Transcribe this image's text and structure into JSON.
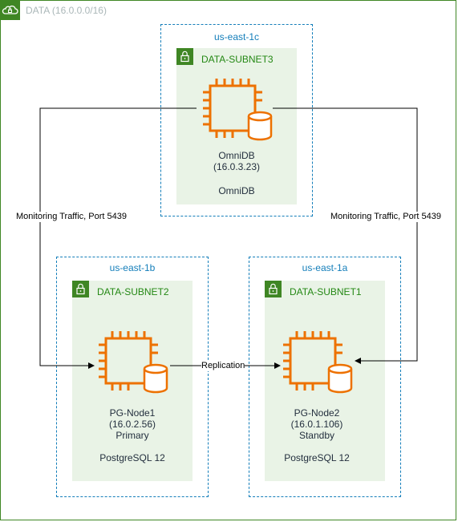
{
  "vpc": {
    "title": "DATA (16.0.0.0/16)"
  },
  "zones": [
    {
      "label": "us-east-1c"
    },
    {
      "label": "us-east-1b"
    },
    {
      "label": "us-east-1a"
    }
  ],
  "subnets": [
    {
      "label": "DATA-SUBNET3"
    },
    {
      "label": "DATA-SUBNET2"
    },
    {
      "label": "DATA-SUBNET1"
    }
  ],
  "nodes": {
    "omnidb": {
      "name": "OmniDB",
      "ip": "(16.0.3.23)",
      "software": "OmniDB"
    },
    "pg1": {
      "name": "PG-Node1",
      "ip": "(16.0.2.56)",
      "role": "Primary",
      "software": "PostgreSQL 12"
    },
    "pg2": {
      "name": "PG-Node2",
      "ip": "(16.0.1.106)",
      "role": "Standby",
      "software": "PostgreSQL 12"
    }
  },
  "edges": {
    "monitoring_left": "Monitoring Traffic, Port 5439",
    "monitoring_right": "Monitoring Traffic, Port 5439",
    "replication": "Replication"
  },
  "colors": {
    "vpc_border": "#3f8624",
    "az_border": "#147eba",
    "subnet_fill": "#e9f3e6",
    "subnet_text": "#248814",
    "instance_orange": "#ed7100"
  }
}
